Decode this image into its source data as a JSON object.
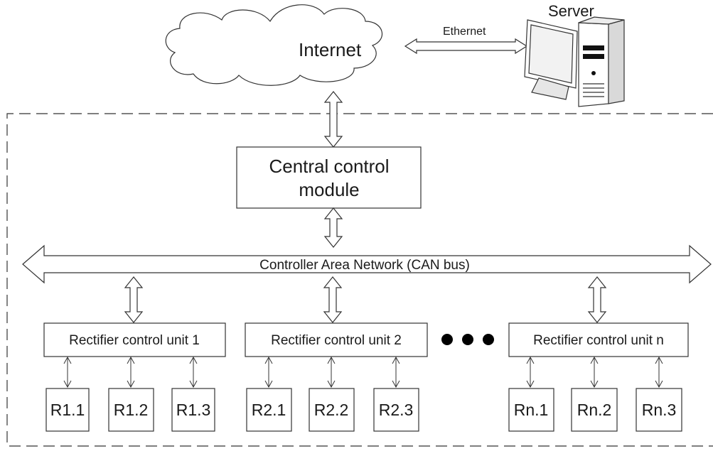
{
  "diagram": {
    "internet_label": "Internet",
    "ethernet_label": "Ethernet",
    "server_label": "Server",
    "central_module": {
      "line1": "Central control",
      "line2": "module"
    },
    "can_bus_label": "Controller Area Network (CAN bus)",
    "units": [
      {
        "label": "Rectifier control unit 1",
        "rectifiers": [
          "R1.1",
          "R1.2",
          "R1.3"
        ]
      },
      {
        "label": "Rectifier control unit 2",
        "rectifiers": [
          "R2.1",
          "R2.2",
          "R2.3"
        ]
      },
      {
        "label": "Rectifier control unit n",
        "rectifiers": [
          "Rn.1",
          "Rn.2",
          "Rn.3"
        ]
      }
    ]
  }
}
